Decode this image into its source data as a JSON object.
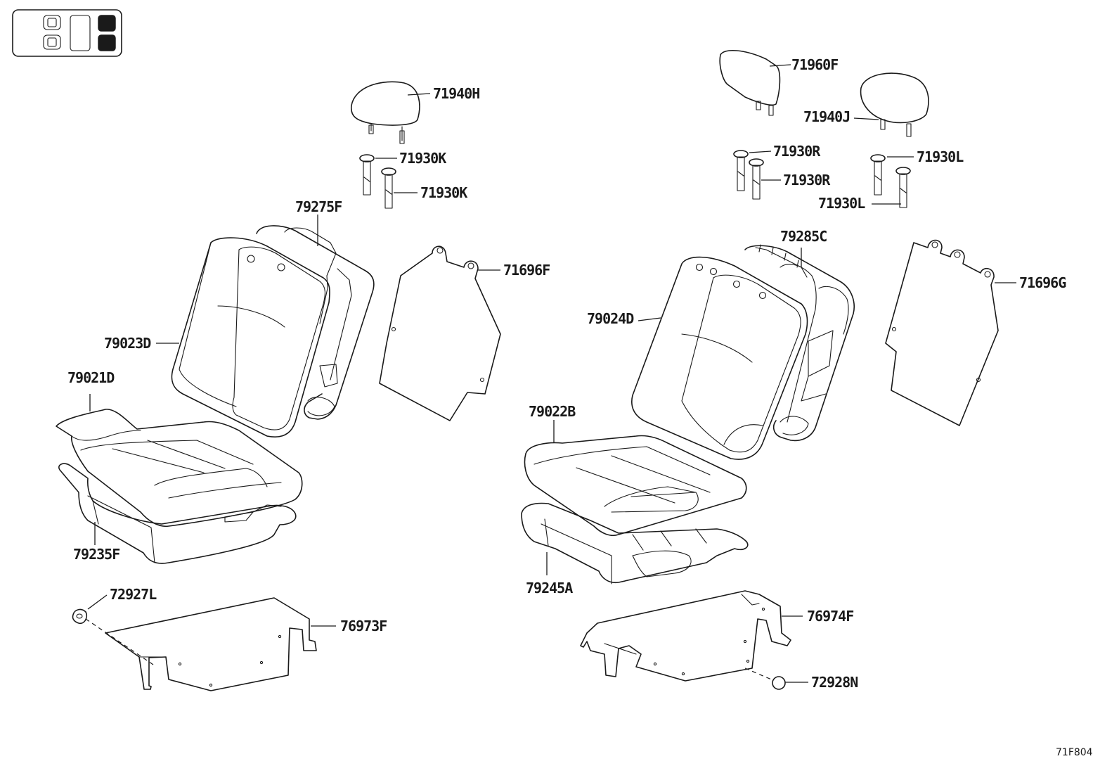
{
  "diagram": {
    "figure_code": "71F804",
    "part_labels": {
      "p71940H": "71940H",
      "p71930K_a": "71930K",
      "p71930K_b": "71930K",
      "p79275F": "79275F",
      "p71696F": "71696F",
      "p79023D": "79023D",
      "p79021D": "79021D",
      "p79235F": "79235F",
      "p72927L": "72927L",
      "p76973F": "76973F",
      "p71960F": "71960F",
      "p71940J": "71940J",
      "p71930R_a": "71930R",
      "p71930R_b": "71930R",
      "p71930L_a": "71930L",
      "p71930L_b": "71930L",
      "p79285C": "79285C",
      "p71696G": "71696G",
      "p79024D": "79024D",
      "p79022B": "79022B",
      "p79245A": "79245A",
      "p76974F": "76974F",
      "p72928N": "72928N"
    }
  }
}
